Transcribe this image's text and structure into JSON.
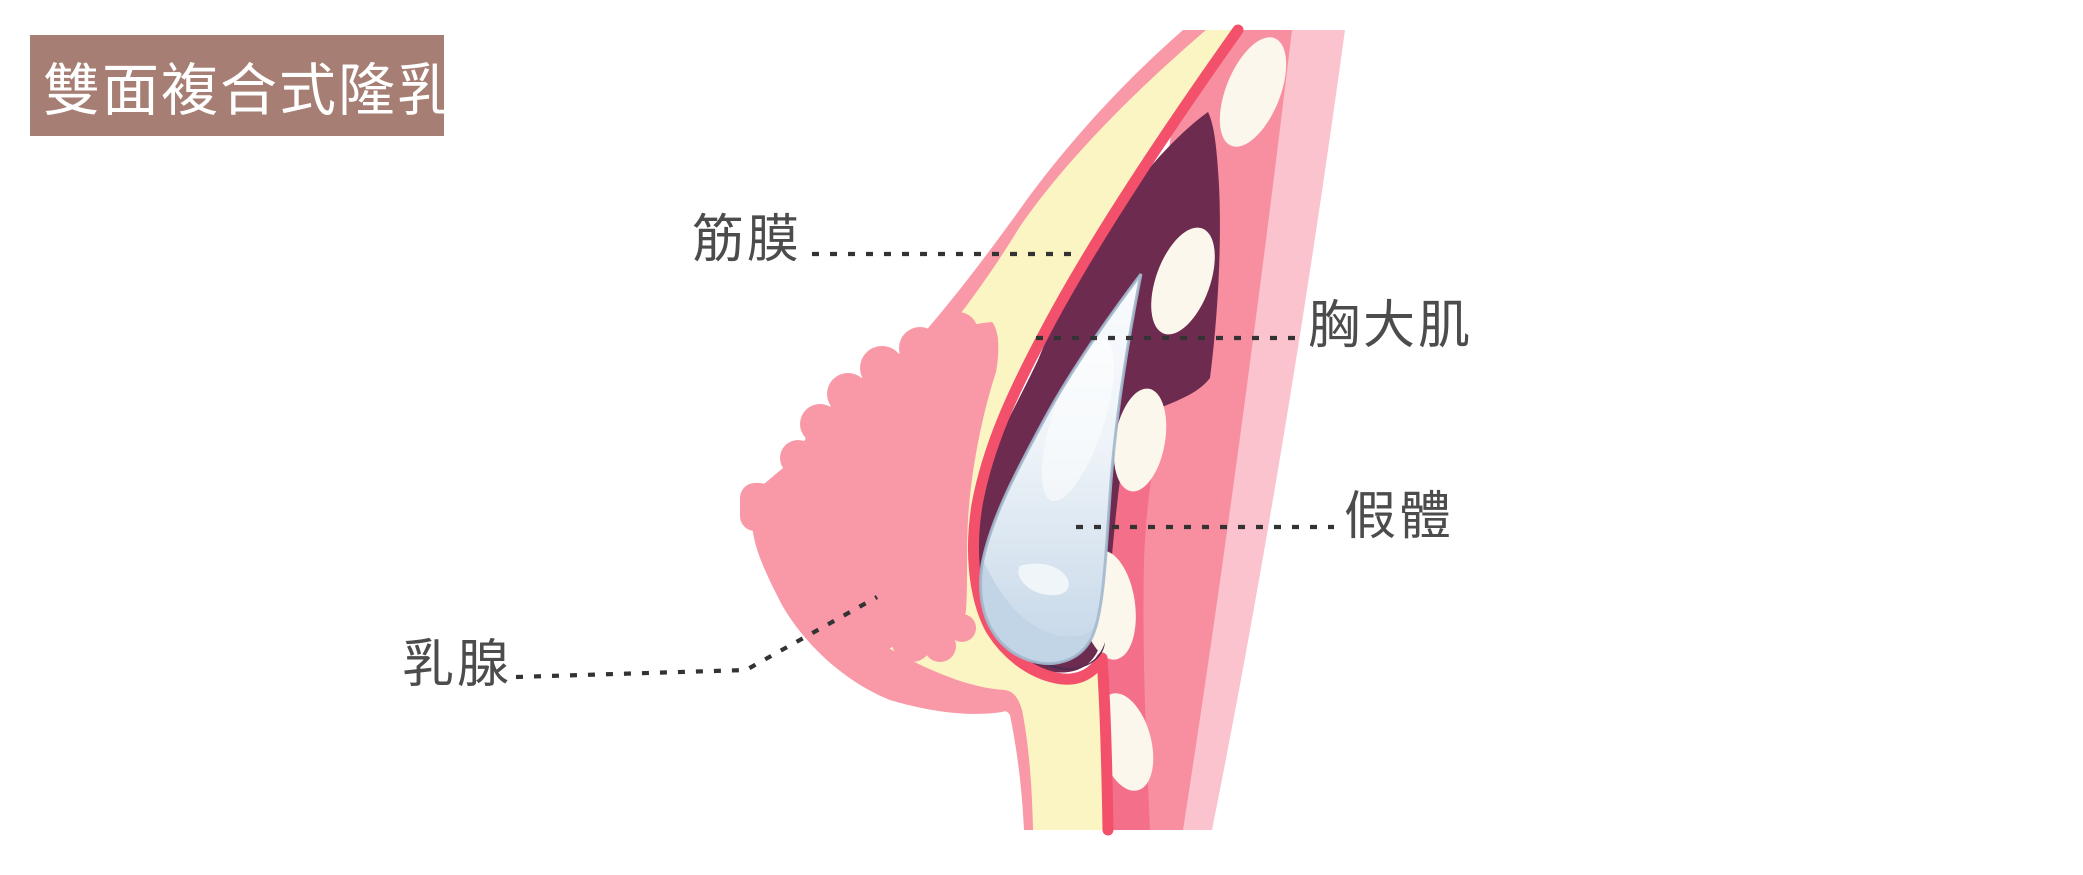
{
  "title": {
    "text": "雙面複合式隆乳"
  },
  "labels": [
    {
      "id": "fascia",
      "text": "筋膜"
    },
    {
      "id": "pectoralis_major",
      "text": "胸大肌"
    },
    {
      "id": "implant",
      "text": "假體"
    },
    {
      "id": "mammary_gland",
      "text": "乳腺"
    }
  ],
  "palette": {
    "title_bg": "#A67E73",
    "title_text": "#FFFFFF",
    "label_text": "#4C4C4C",
    "leader_dots": "#333333",
    "skin_pink": "#F998A6",
    "fat_yellow": "#FBF5C3",
    "fascia_red": "#F3506B",
    "muscle_plum": "#6E2B50",
    "chest_band_medium": "#F88FA0",
    "chest_band_light": "#FBC3CD",
    "chest_band_deep": "#F4708A",
    "rib_cream": "#FCF7EC",
    "implant_top": "#FAFCFE",
    "implant_bottom": "#C3D6E8",
    "implant_outline": "#A2B8CD",
    "muscle_sliver": "#4A2C52"
  }
}
